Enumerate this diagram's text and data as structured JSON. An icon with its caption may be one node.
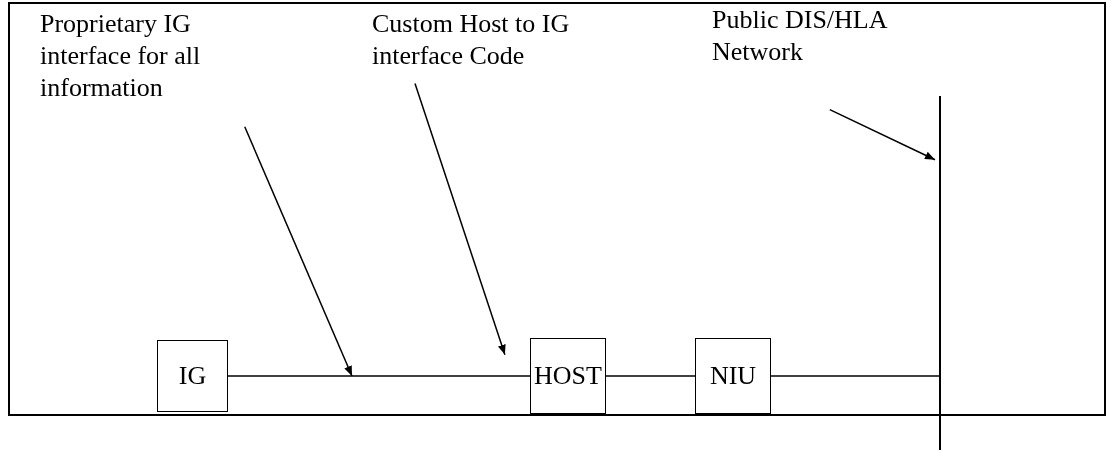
{
  "diagram": {
    "nodes": [
      {
        "text": [
          "IG"
        ]
      },
      {
        "text": [
          "HOST"
        ]
      },
      {
        "text": [
          "NIU"
        ]
      },
      {
        "text": [],
        "shape": "bar"
      },
      {
        "text": [
          "Proprietary IG interface for all information"
        ]
      },
      {
        "text": [
          "Custom Host to IG interface Code"
        ]
      },
      {
        "text": [
          "Public DIS/HLA Network"
        ]
      }
    ],
    "edges": [
      {
        "from": 0,
        "to": 1,
        "arrow": "none"
      },
      {
        "from": 1,
        "to": 2,
        "arrow": "none"
      },
      {
        "from": 2,
        "to": 3,
        "arrow": "none"
      },
      {
        "from": 4,
        "to": null,
        "arrow": "to"
      },
      {
        "from": 5,
        "to": 1,
        "arrow": "to"
      },
      {
        "from": 6,
        "to": 3,
        "arrow": "to"
      }
    ]
  }
}
